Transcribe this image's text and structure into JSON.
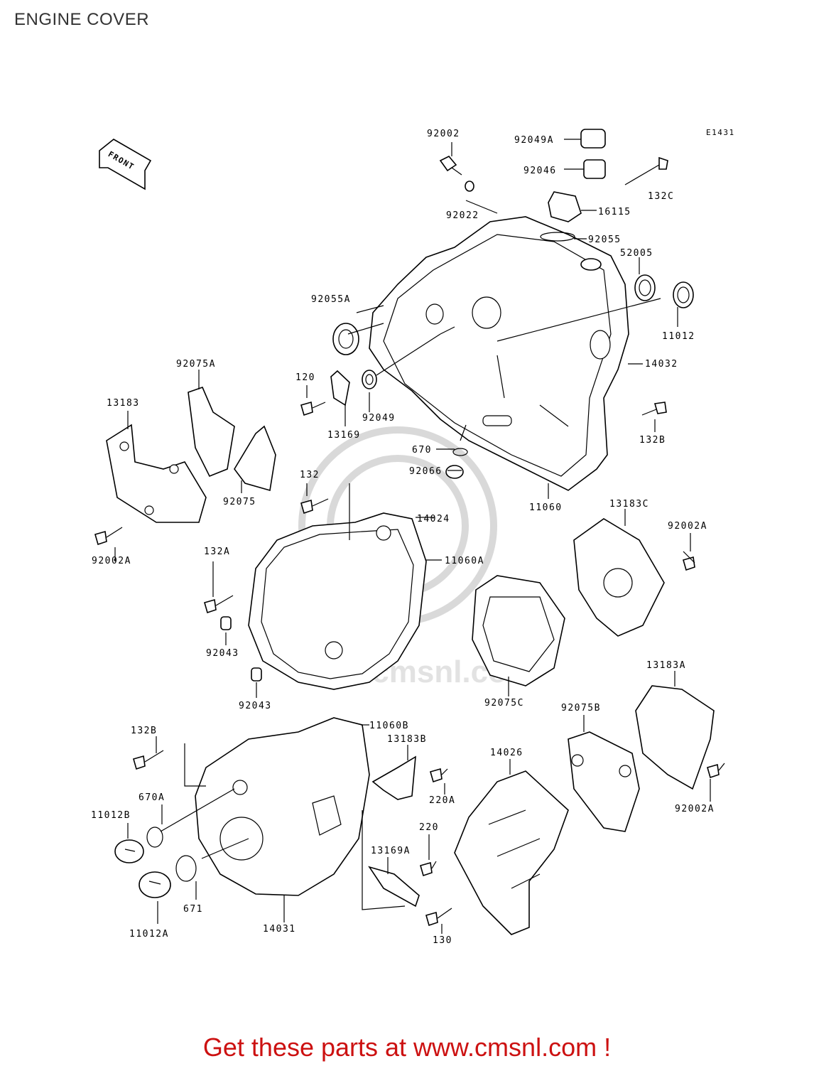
{
  "title": "ENGINE COVER",
  "diagram_code": "E1431",
  "front_label": "FRONT",
  "watermark_text": "www.cmsnl.com",
  "banner": "Get these parts at www.cmsnl.com !",
  "colors": {
    "banner": "#cc1111",
    "lines": "#000000",
    "watermark": "#d9d9d9"
  },
  "parts": [
    {
      "id": "p01",
      "label": "92002"
    },
    {
      "id": "p02",
      "label": "92049A"
    },
    {
      "id": "p03",
      "label": "92046"
    },
    {
      "id": "p04",
      "label": "132C"
    },
    {
      "id": "p05",
      "label": "16115"
    },
    {
      "id": "p06",
      "label": "92022"
    },
    {
      "id": "p07",
      "label": "92055"
    },
    {
      "id": "p08",
      "label": "52005"
    },
    {
      "id": "p09",
      "label": "92055A"
    },
    {
      "id": "p10",
      "label": "11012"
    },
    {
      "id": "p11",
      "label": "14032"
    },
    {
      "id": "p12",
      "label": "92075A"
    },
    {
      "id": "p13",
      "label": "120"
    },
    {
      "id": "p14",
      "label": "13183"
    },
    {
      "id": "p15",
      "label": "13169"
    },
    {
      "id": "p16",
      "label": "92049"
    },
    {
      "id": "p17",
      "label": "132B"
    },
    {
      "id": "p18",
      "label": "670"
    },
    {
      "id": "p19",
      "label": "92066"
    },
    {
      "id": "p20",
      "label": "132"
    },
    {
      "id": "p21",
      "label": "92075"
    },
    {
      "id": "p22",
      "label": "11060"
    },
    {
      "id": "p23",
      "label": "13183C"
    },
    {
      "id": "p24",
      "label": "14024"
    },
    {
      "id": "p25",
      "label": "92002A"
    },
    {
      "id": "p26",
      "label": "132A"
    },
    {
      "id": "p27",
      "label": "11060A"
    },
    {
      "id": "p28",
      "label": "92002A"
    },
    {
      "id": "p29",
      "label": "92043"
    },
    {
      "id": "p30",
      "label": "92043"
    },
    {
      "id": "p31",
      "label": "92075C"
    },
    {
      "id": "p32",
      "label": "13183A"
    },
    {
      "id": "p33",
      "label": "11060B"
    },
    {
      "id": "p34",
      "label": "92075B"
    },
    {
      "id": "p35",
      "label": "132B"
    },
    {
      "id": "p36",
      "label": "13183B"
    },
    {
      "id": "p37",
      "label": "14026"
    },
    {
      "id": "p38",
      "label": "670A"
    },
    {
      "id": "p39",
      "label": "220A"
    },
    {
      "id": "p40",
      "label": "11012B"
    },
    {
      "id": "p41",
      "label": "92002A"
    },
    {
      "id": "p42",
      "label": "220"
    },
    {
      "id": "p43",
      "label": "13169A"
    },
    {
      "id": "p44",
      "label": "671"
    },
    {
      "id": "p45",
      "label": "14031"
    },
    {
      "id": "p46",
      "label": "11012A"
    },
    {
      "id": "p47",
      "label": "130"
    }
  ]
}
